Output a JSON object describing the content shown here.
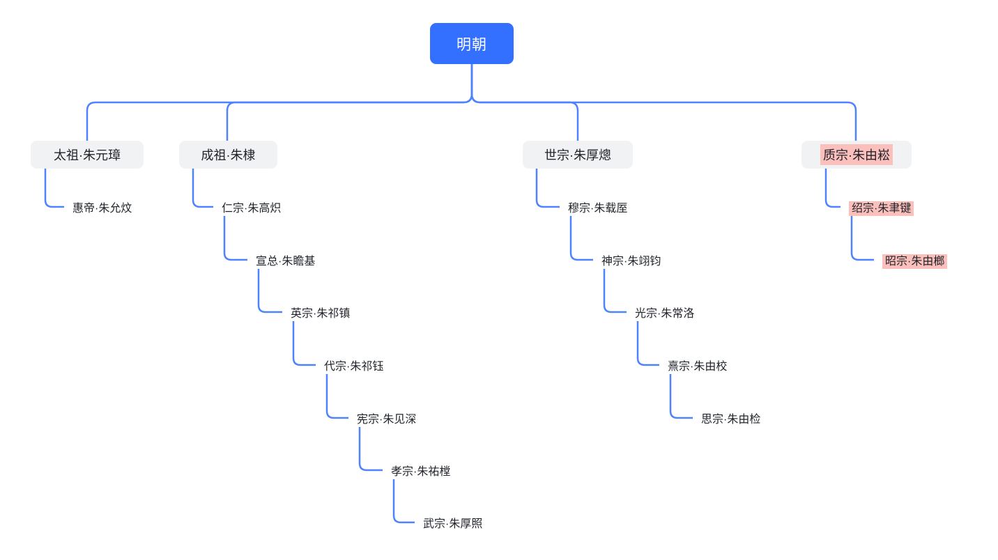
{
  "root": {
    "label": "明朝"
  },
  "branches": [
    {
      "label": "太祖·朱元璋",
      "highlighted": false,
      "children": [
        {
          "label": "惠帝·朱允炆",
          "highlighted": false
        }
      ]
    },
    {
      "label": "成祖·朱棣",
      "highlighted": false,
      "children": [
        {
          "label": "仁宗·朱高炽",
          "highlighted": false
        },
        {
          "label": "宣总·朱瞻基",
          "highlighted": false
        },
        {
          "label": "英宗·朱祁镇",
          "highlighted": false
        },
        {
          "label": "代宗·朱祁钰",
          "highlighted": false
        },
        {
          "label": "宪宗·朱见深",
          "highlighted": false
        },
        {
          "label": "孝宗·朱祐樘",
          "highlighted": false
        },
        {
          "label": "武宗·朱厚照",
          "highlighted": false
        }
      ]
    },
    {
      "label": "世宗·朱厚熜",
      "highlighted": false,
      "children": [
        {
          "label": "穆宗·朱载厔",
          "highlighted": false
        },
        {
          "label": "神宗·朱翊钧",
          "highlighted": false
        },
        {
          "label": "光宗·朱常洛",
          "highlighted": false
        },
        {
          "label": "熹宗·朱由校",
          "highlighted": false
        },
        {
          "label": "思宗·朱由检",
          "highlighted": false
        }
      ]
    },
    {
      "label": "质宗·朱由崧",
      "highlighted": true,
      "children": [
        {
          "label": "绍宗·朱聿键",
          "highlighted": true
        },
        {
          "label": "昭宗·朱由榔",
          "highlighted": true
        }
      ]
    }
  ],
  "colors": {
    "root_bg": "#3370ff",
    "root_text": "#ffffff",
    "node_bg": "#f1f2f4",
    "text": "#1f2329",
    "highlight_bg": "#fbbfbc",
    "connector": "#4e83fd",
    "canvas_bg": "#ffffff"
  }
}
